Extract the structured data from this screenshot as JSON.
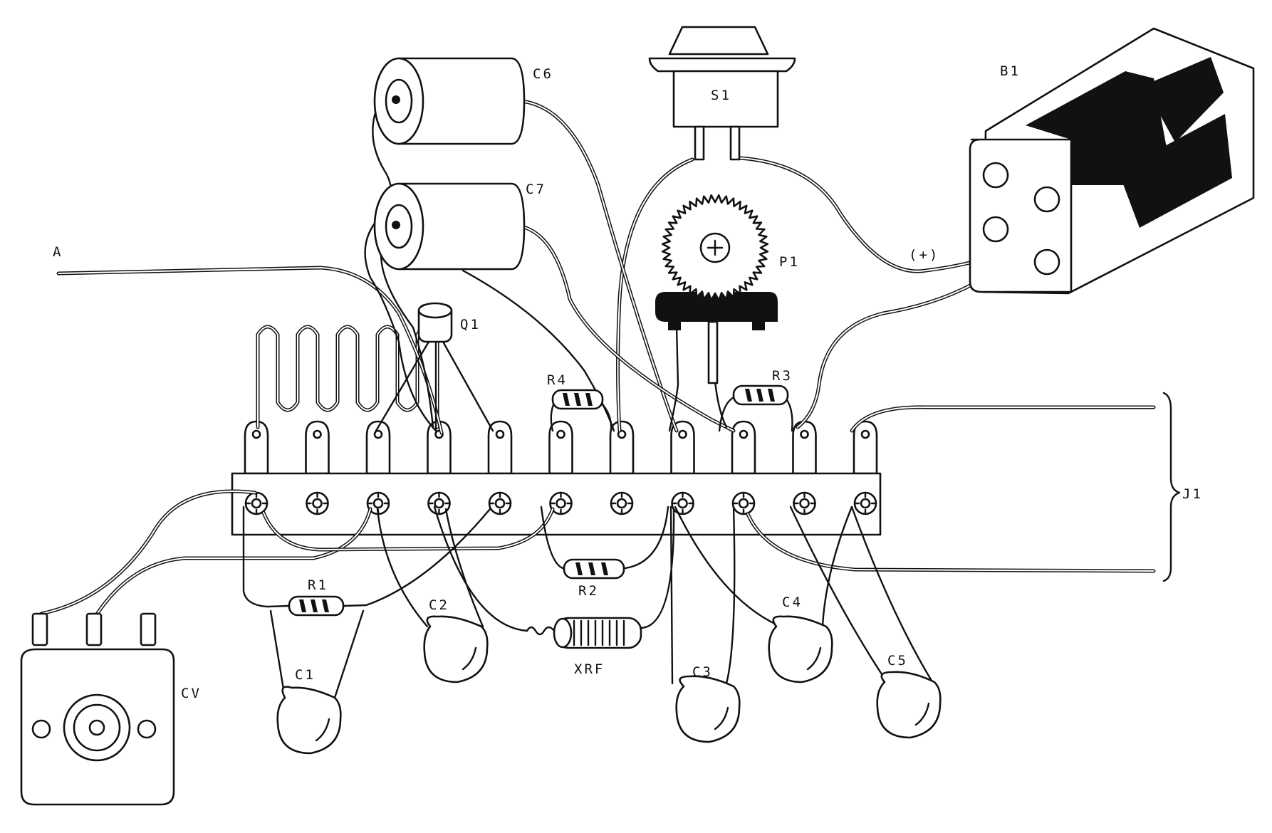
{
  "labels": {
    "a": "A",
    "c6": "C6",
    "c7": "C7",
    "s1": "S1",
    "b1": "B1",
    "p1": "P1",
    "plus": "(+)",
    "q1": "Q1",
    "r4": "R4",
    "r3": "R3",
    "j1": "J1",
    "r1": "R1",
    "c1": "C1",
    "c2": "C2",
    "r2": "R2",
    "xrf": "XRF",
    "c3": "C3",
    "c4": "C4",
    "c5": "C5",
    "cv": "CV"
  },
  "colors": {
    "ink": "#111111",
    "paper": "#ffffff"
  }
}
